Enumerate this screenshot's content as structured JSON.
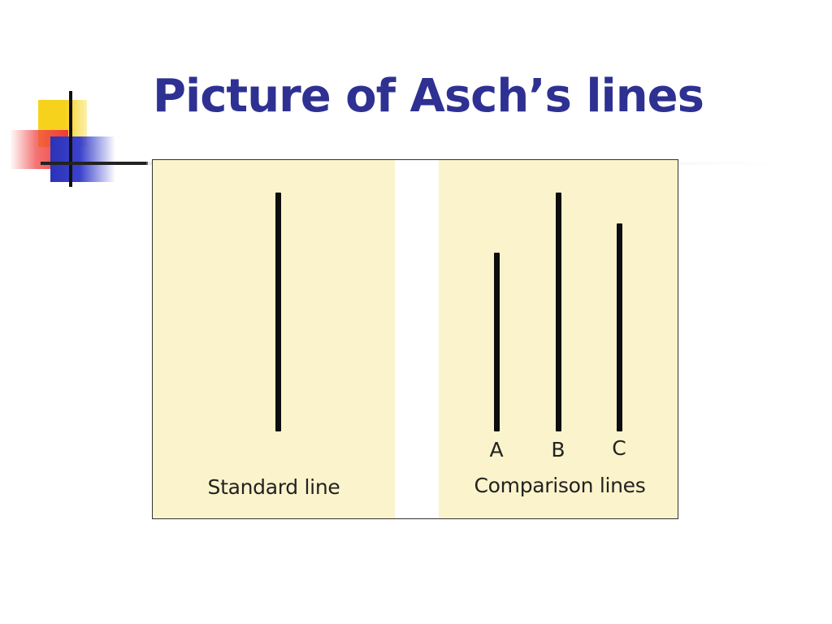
{
  "slide": {
    "title": "Picture of Asch’s lines",
    "title_color": "#2e3192",
    "logo_icon": "yellow-red-blue-squares-crosshair",
    "logo_colors": {
      "yellow": "#f7d21c",
      "red": "#ee3a3a",
      "blue": "#2c33b8"
    }
  },
  "figure": {
    "panel_color": "#fbf3cb",
    "line_color": "#0d0d0d",
    "standard": {
      "caption": "Standard line",
      "relative_length": 1.0
    },
    "comparison": {
      "caption": "Comparison lines",
      "lines": [
        {
          "label": "A",
          "relative_length": 0.75
        },
        {
          "label": "B",
          "relative_length": 1.0
        },
        {
          "label": "C",
          "relative_length": 0.87
        }
      ]
    }
  }
}
